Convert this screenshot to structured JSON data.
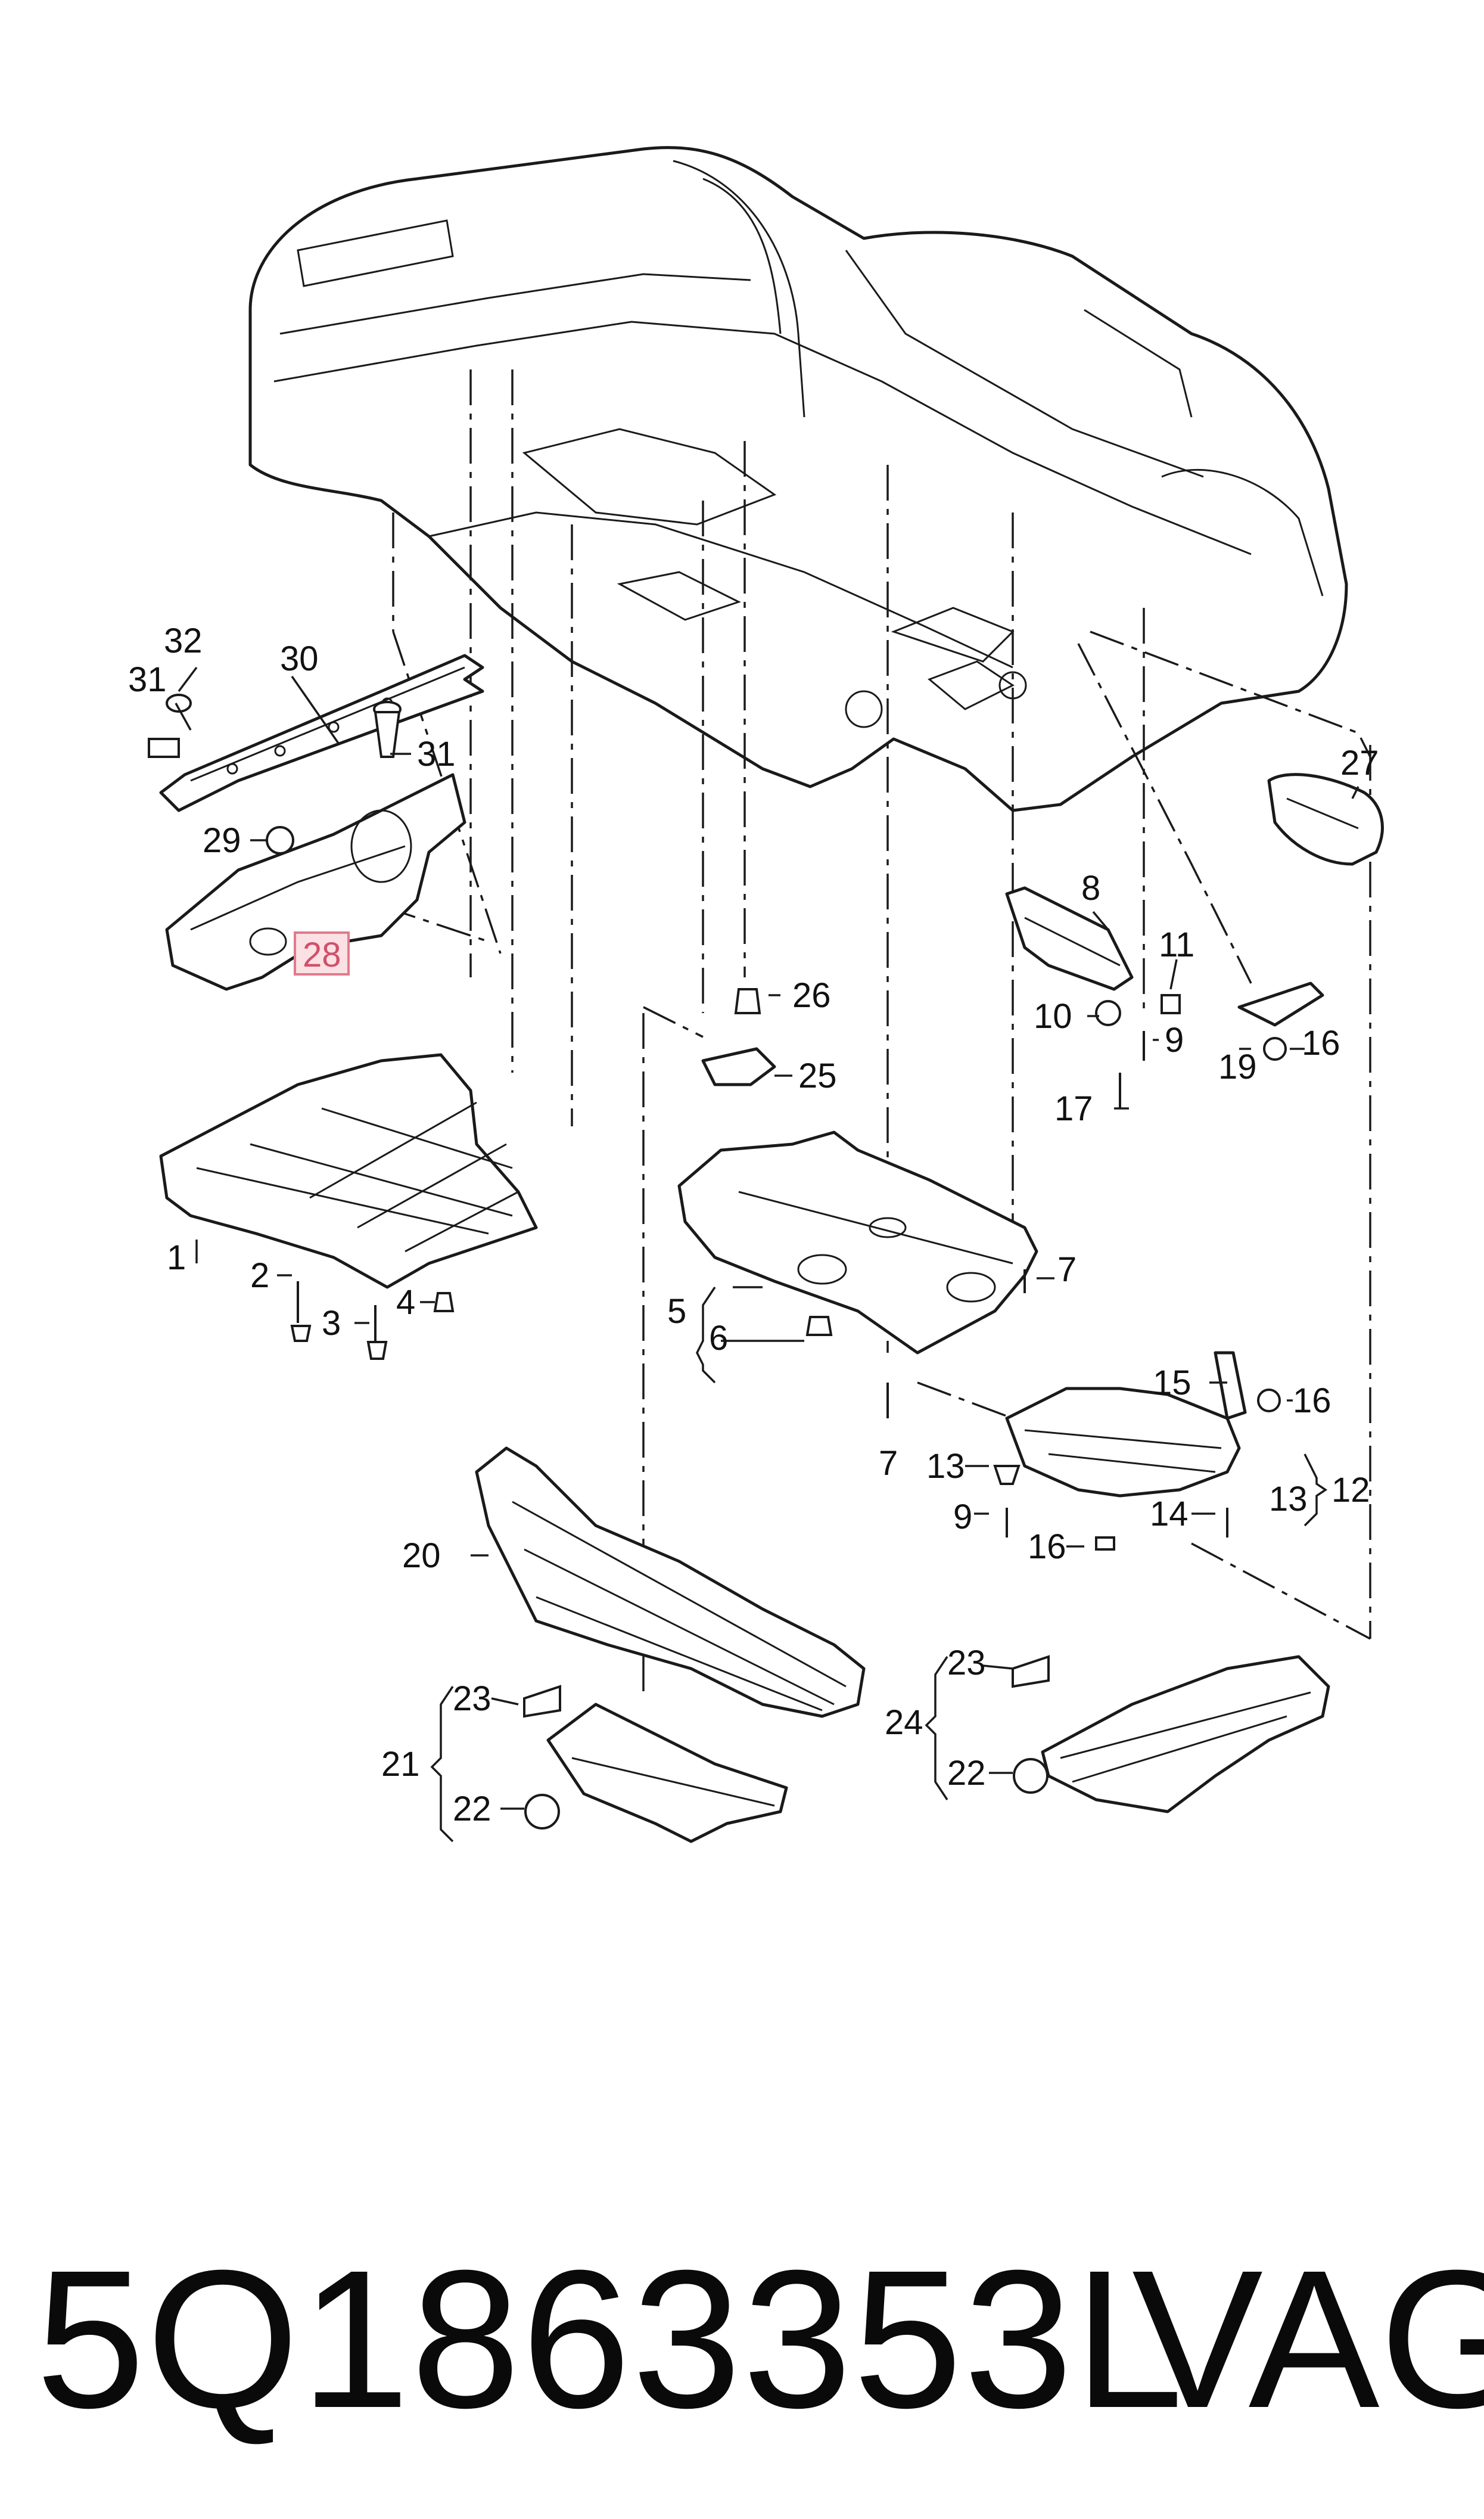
{
  "labels": {
    "l1": "1",
    "l2": "2",
    "l3": "3",
    "l4": "4",
    "l5": "5",
    "l6": "6",
    "l7a": "7",
    "l7b": "7",
    "l8": "8",
    "l9a": "9",
    "l9b": "9",
    "l10": "10",
    "l11": "11",
    "l12": "12",
    "l13a": "13",
    "l13b": "13",
    "l14": "14",
    "l15": "15",
    "l16a": "16",
    "l16b": "16",
    "l16c": "16",
    "l17": "17",
    "l19": "19",
    "l20": "20",
    "l21": "21",
    "l22a": "22",
    "l22b": "22",
    "l23a": "23",
    "l23b": "23",
    "l24": "24",
    "l25": "25",
    "l26": "26",
    "l27": "27",
    "l28": "28",
    "l29": "29",
    "l30": "30",
    "l31a": "31",
    "l31b": "31",
    "l32": "32"
  },
  "highlight_color": "#e07a8a",
  "footer": {
    "part_number": "5Q1863353L",
    "brand": "VAG"
  }
}
